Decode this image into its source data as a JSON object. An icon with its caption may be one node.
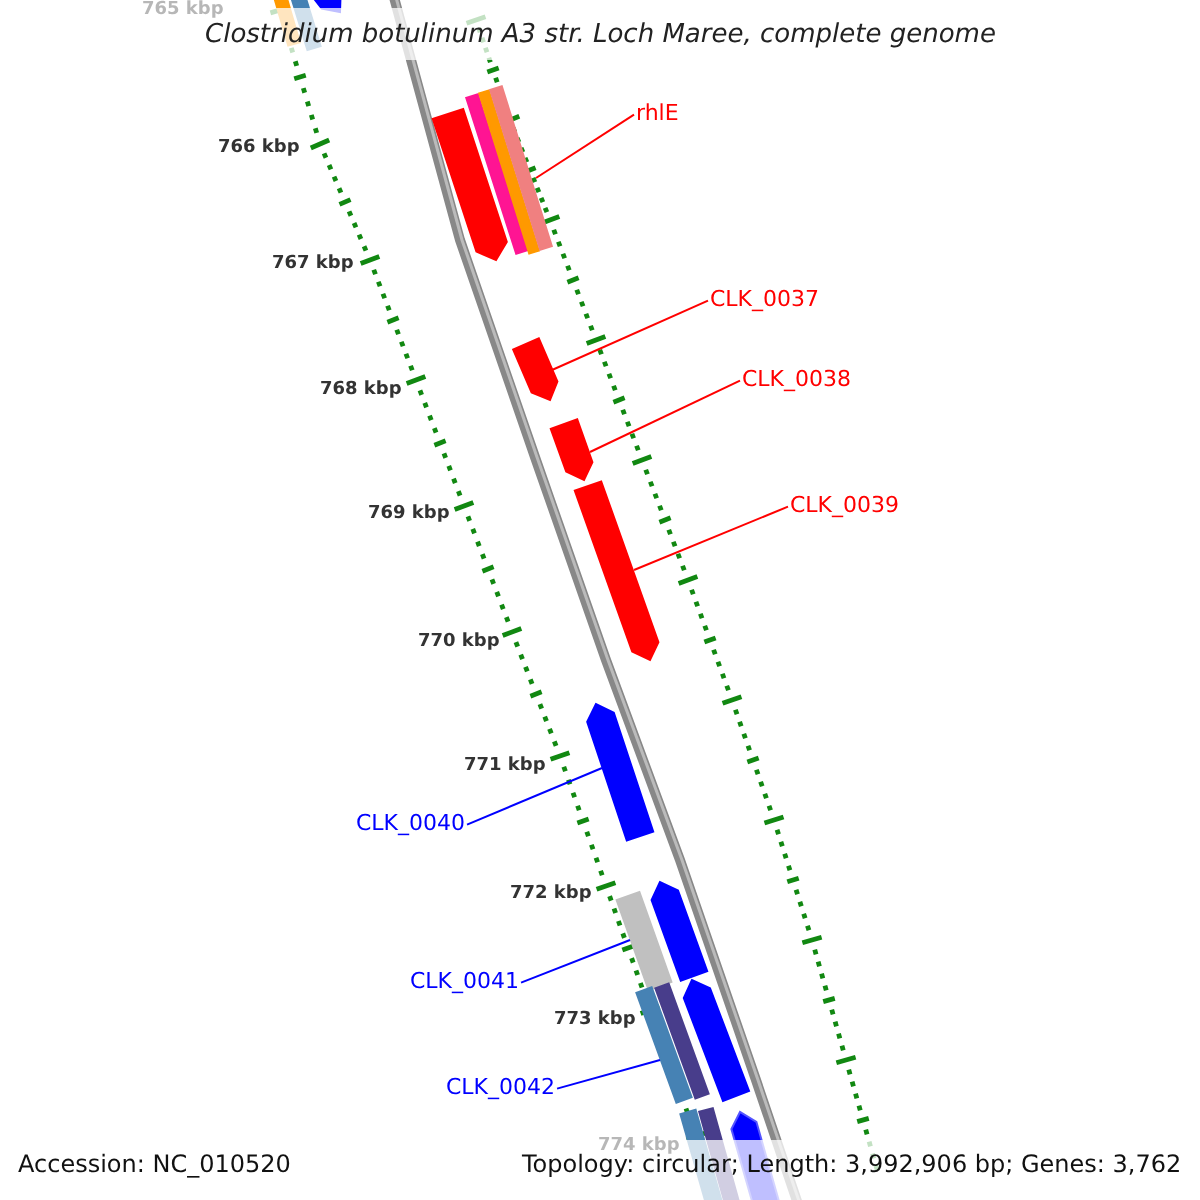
{
  "diagram": {
    "title": "Clostridium botulinum A3 str. Loch Maree, complete genome",
    "nodes": [
      {
        "text": [
          "rhlE"
        ]
      },
      {
        "text": [],
        "shape": "arrow"
      },
      {
        "text": [
          "CLK_0037"
        ]
      },
      {
        "text": [],
        "shape": "arrow"
      },
      {
        "text": [
          "CLK_0038"
        ]
      },
      {
        "text": [],
        "shape": "arrow"
      },
      {
        "text": [
          "CLK_0039"
        ]
      },
      {
        "text": [],
        "shape": "arrow"
      },
      {
        "text": [
          "CLK_0040"
        ]
      },
      {
        "text": [],
        "shape": "arrow"
      },
      {
        "text": [
          "CLK_0041"
        ]
      },
      {
        "text": [],
        "shape": "arrow"
      },
      {
        "text": [
          "CLK_0042"
        ]
      },
      {
        "text": [],
        "shape": "arrow"
      }
    ],
    "edges": [
      {
        "from": 0,
        "to": 1,
        "arrow": "none",
        "color": "#ff0000"
      },
      {
        "from": 2,
        "to": 3,
        "arrow": "none",
        "color": "#ff0000"
      },
      {
        "from": 4,
        "to": 5,
        "arrow": "none",
        "color": "#ff0000"
      },
      {
        "from": 6,
        "to": 7,
        "arrow": "none",
        "color": "#ff0000"
      },
      {
        "from": 8,
        "to": 9,
        "arrow": "none",
        "color": "#0000ff"
      },
      {
        "from": 10,
        "to": 11,
        "arrow": "none",
        "color": "#0000ff"
      },
      {
        "from": 12,
        "to": 13,
        "arrow": "none",
        "color": "#0000ff"
      }
    ],
    "labels": [
      "765 kbp",
      "766 kbp",
      "767 kbp",
      "768 kbp",
      "769 kbp",
      "770 kbp",
      "771 kbp",
      "772 kbp",
      "773 kbp",
      "774 kbp",
      "Accession: NC_010520",
      "Topology: circular; Length: 3,992,906 bp; Genes: 3,762"
    ]
  }
}
